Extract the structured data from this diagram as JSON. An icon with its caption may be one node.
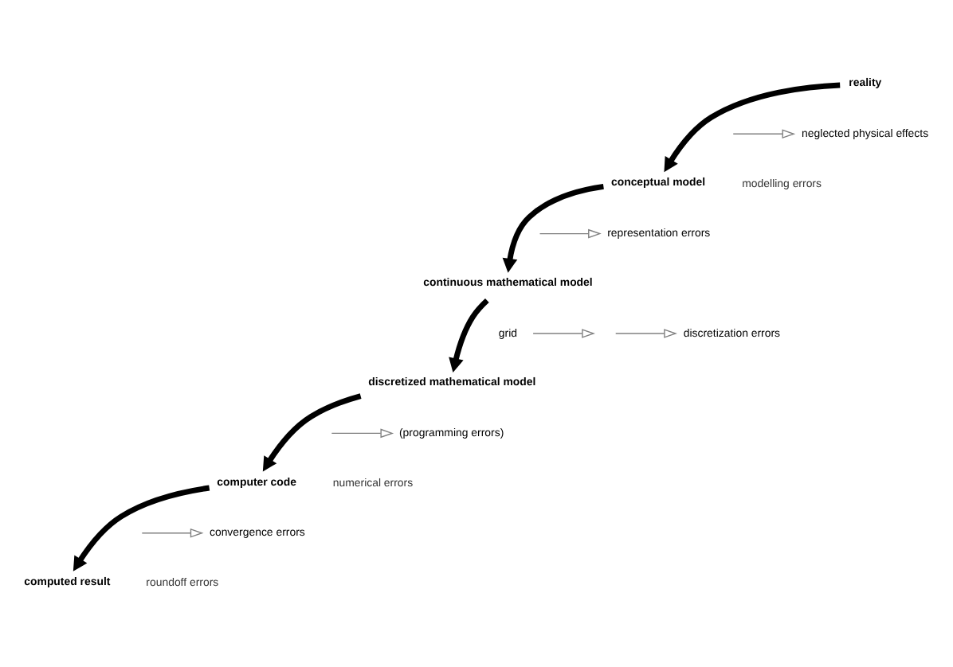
{
  "diagram": {
    "nodes": [
      {
        "text": [
          "reality"
        ]
      },
      {
        "text": [
          "conceptual model"
        ]
      },
      {
        "text": [
          "continuous mathematical model"
        ]
      },
      {
        "text": [
          "discretized mathematical model"
        ]
      },
      {
        "text": [
          "computer code"
        ]
      },
      {
        "text": [
          "computed result"
        ]
      },
      {
        "text": [
          "grid"
        ]
      },
      {
        "text": [
          "neglected physical effects"
        ]
      },
      {
        "text": [
          "representation errors"
        ]
      },
      {
        "text": [
          "discretization errors"
        ]
      },
      {
        "text": [
          "(programming errors)"
        ]
      },
      {
        "text": [
          "convergence errors"
        ]
      }
    ],
    "edges": [
      {
        "from": 0,
        "to": 1,
        "arrow": "to",
        "style": "thick",
        "color": "#000000"
      },
      {
        "from": 1,
        "to": 2,
        "arrow": "to",
        "style": "thick",
        "color": "#000000"
      },
      {
        "from": 2,
        "to": 3,
        "arrow": "to",
        "style": "thick",
        "color": "#000000"
      },
      {
        "from": 3,
        "to": 4,
        "arrow": "to",
        "style": "thick",
        "color": "#000000"
      },
      {
        "from": 4,
        "to": 5,
        "arrow": "to",
        "style": "thick",
        "color": "#000000"
      },
      {
        "from": null,
        "to": 7,
        "arrow": "to",
        "color": "#808080"
      },
      {
        "from": null,
        "to": 8,
        "arrow": "to",
        "color": "#808080"
      },
      {
        "from": 6,
        "to": null,
        "arrow": "to",
        "color": "#808080"
      },
      {
        "from": null,
        "to": 9,
        "arrow": "to",
        "color": "#808080"
      },
      {
        "from": null,
        "to": 10,
        "arrow": "to",
        "color": "#808080"
      },
      {
        "from": null,
        "to": 11,
        "arrow": "to",
        "color": "#808080"
      }
    ],
    "labels": [
      "modelling errors",
      "roundoff errors",
      "numerical errors"
    ]
  }
}
